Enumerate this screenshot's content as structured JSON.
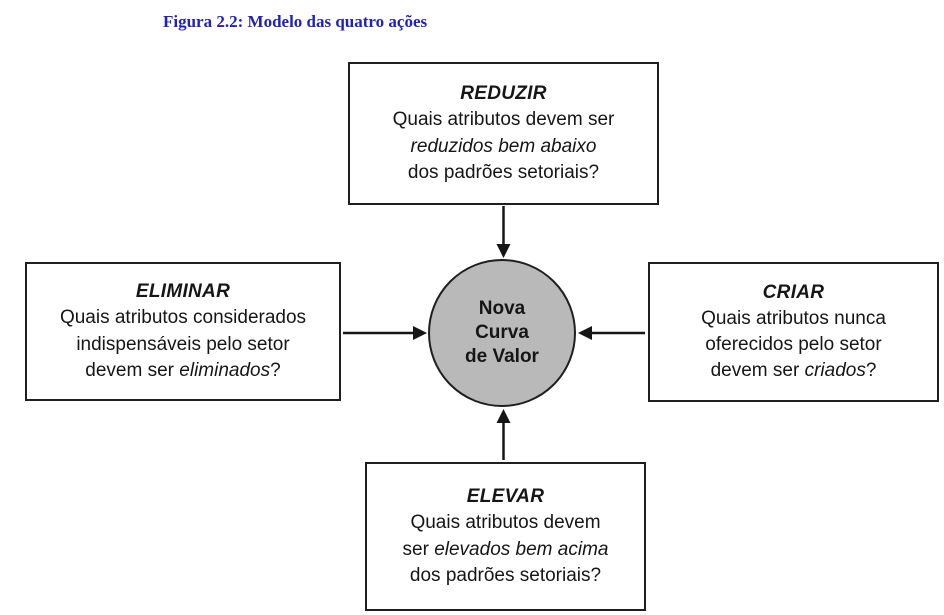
{
  "figure": {
    "title": "Figura 2.2: Modelo das quatro ações"
  },
  "center_circle": {
    "line1": "Nova",
    "line2": "Curva",
    "line3": "de Valor"
  },
  "boxes": {
    "reduzir": {
      "heading": "REDUZIR",
      "line1": "Quais atributos devem ser",
      "line2_italic": "reduzidos bem abaixo",
      "line3": "dos padrões setoriais?"
    },
    "eliminar": {
      "heading": "ELIMINAR",
      "line1": "Quais atributos considerados",
      "line2": "indispensáveis pelo setor",
      "line3a": "devem ser ",
      "line3b_italic": "eliminados",
      "line3c": "?"
    },
    "criar": {
      "heading": "CRIAR",
      "line1": "Quais atributos nunca",
      "line2": "oferecidos pelo setor",
      "line3a": "devem ser ",
      "line3b_italic": "criados",
      "line3c": "?"
    },
    "elevar": {
      "heading": "ELEVAR",
      "line1": "Quais atributos devem",
      "line2a": "ser ",
      "line2b_italic": "elevados bem acima",
      "line3": "dos padrões setoriais?"
    }
  },
  "arrows": [
    {
      "name": "arrow-top",
      "direction": "down"
    },
    {
      "name": "arrow-left",
      "direction": "right"
    },
    {
      "name": "arrow-right",
      "direction": "left"
    },
    {
      "name": "arrow-bottom",
      "direction": "up"
    }
  ],
  "colors": {
    "title": "#2222bb",
    "circle_fill": "#b9b9b9",
    "border": "#1f1f1f",
    "arrow": "#161616"
  }
}
